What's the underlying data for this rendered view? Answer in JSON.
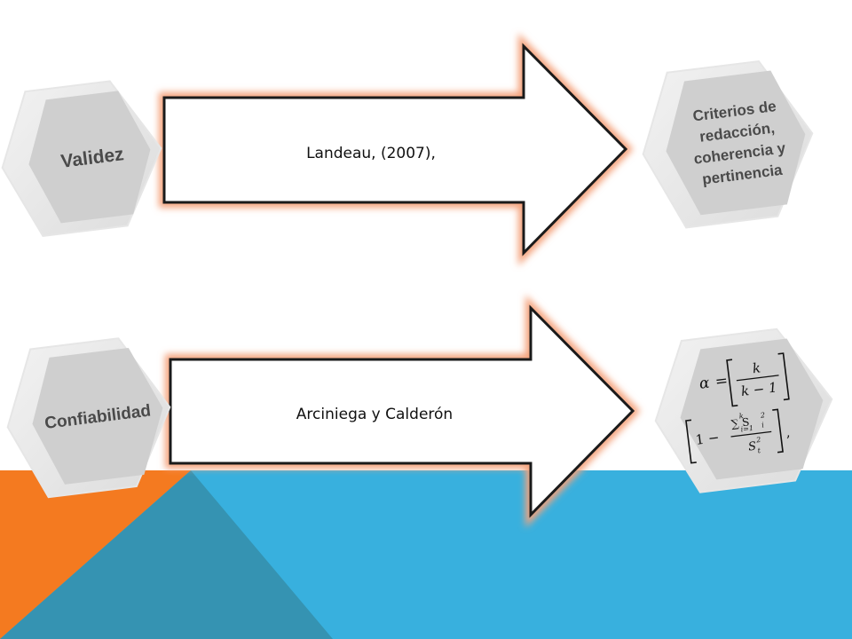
{
  "colors": {
    "orange": "#f47a20",
    "blue": "#38b0de",
    "teal": "#3593b2",
    "hex_face": "#cfcfcf",
    "arrow_glow": "#f4a27c"
  },
  "rows": [
    {
      "left_hex": "Validez",
      "arrow_text": "Landeau, (2007),",
      "right_hex_lines": [
        "Criterios de",
        "redacción,",
        "coherencia y",
        "pertinencia"
      ]
    },
    {
      "left_hex": "Confiabilidad",
      "arrow_text": "Arciniega y Calderón",
      "right_hex_formula": {
        "alpha": "α",
        "equals": "=",
        "k": "k",
        "k_minus_1": "k − 1",
        "one_minus": "1 −",
        "sum_num": "∑ S",
        "sum_limits": "i=1",
        "sum_top": "k",
        "sub_i": "i",
        "sq": "2",
        "den": "S",
        "sub_t": "t",
        "comma": ","
      }
    }
  ]
}
